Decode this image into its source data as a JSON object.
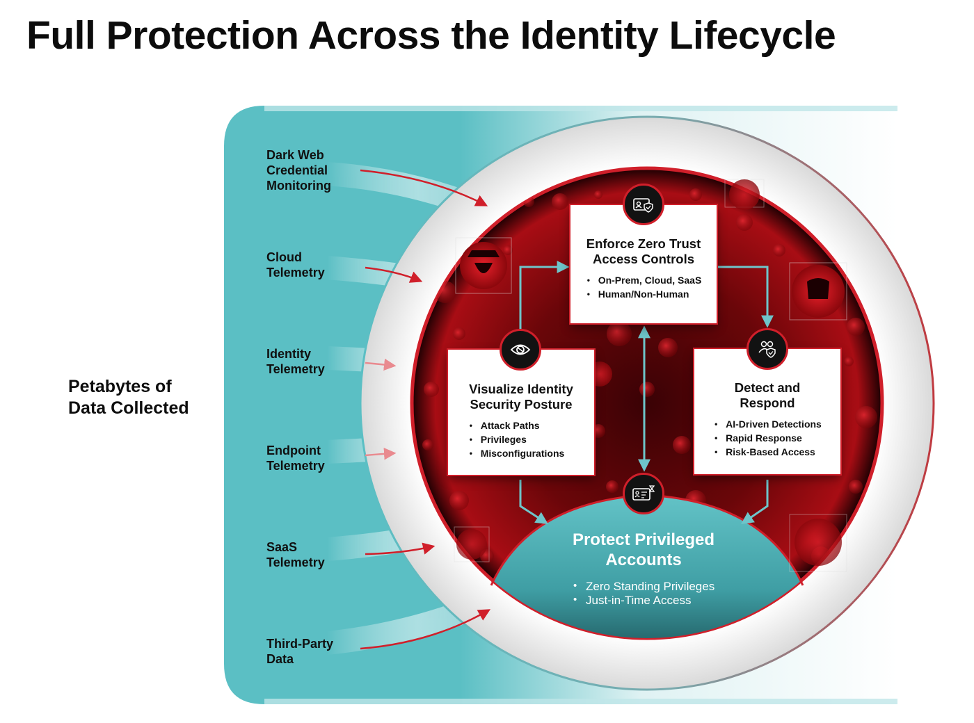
{
  "title": "Full Protection Across the Identity Lifecycle",
  "left_label": "Petabytes of\nData Collected",
  "sources": [
    {
      "label": "Dark Web\nCredential\nMonitoring"
    },
    {
      "label": "Cloud\nTelemetry"
    },
    {
      "label": "Identity\nTelemetry"
    },
    {
      "label": "Endpoint\nTelemetry"
    },
    {
      "label": "SaaS\nTelemetry"
    },
    {
      "label": "Third-Party\nData"
    }
  ],
  "cards": {
    "enforce": {
      "title": "Enforce Zero Trust\nAccess Controls",
      "bullets": [
        "On-Prem, Cloud, SaaS",
        "Human/Non-Human"
      ],
      "icon": "id-card-shield-icon"
    },
    "visualize": {
      "title": "Visualize Identity\nSecurity Posture",
      "bullets": [
        "Attack Paths",
        "Privileges",
        "Misconfigurations"
      ],
      "icon": "eye-icon"
    },
    "detect": {
      "title": "Detect and\nRespond",
      "bullets": [
        "AI-Driven Detections",
        "Rapid Response",
        "Risk-Based Access"
      ],
      "icon": "users-shield-icon"
    }
  },
  "protect": {
    "title": "Protect Privileged\nAccounts",
    "bullets": [
      "Zero Standing Privileges",
      "Just-in-Time Access"
    ],
    "icon": "credential-timer-icon"
  },
  "colors": {
    "teal": "#5bbfc4",
    "teal_dark": "#3a9ea6",
    "red": "#d01f2a",
    "dark_red": "#5a0508",
    "black": "#111111"
  }
}
